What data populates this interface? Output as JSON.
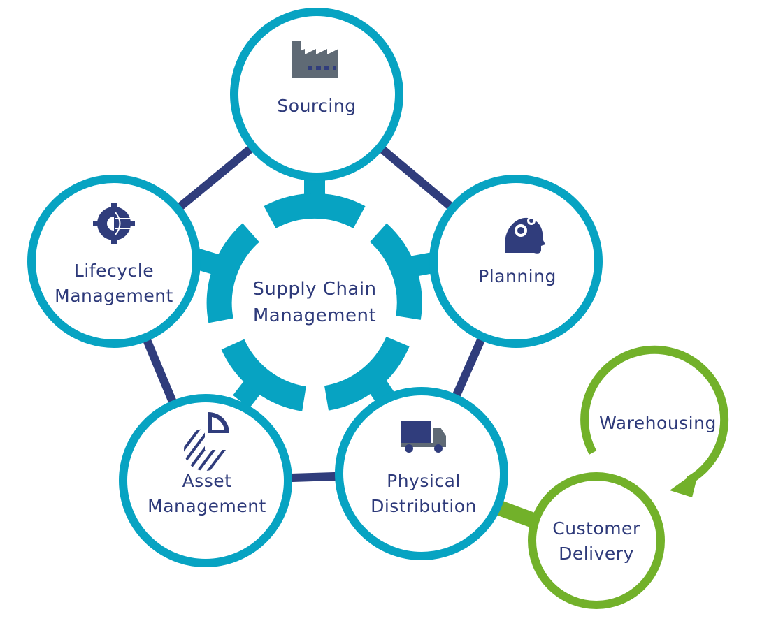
{
  "center": {
    "line1": "Supply Chain",
    "line2": "Management"
  },
  "nodes": {
    "sourcing": {
      "line1": "Sourcing",
      "icon": "factory-icon"
    },
    "planning": {
      "line1": "Planning",
      "icon": "head-gears-icon"
    },
    "lifecycle": {
      "line1": "Lifecycle",
      "line2": "Management",
      "icon": "gear-globe-icon"
    },
    "asset": {
      "line1": "Asset",
      "line2": "Management",
      "icon": "pie-chart-icon"
    },
    "distribution": {
      "line1": "Physical",
      "line2": "Distribution",
      "icon": "truck-icon"
    }
  },
  "extension": {
    "warehousing": "Warehousing",
    "delivery": {
      "line1": "Customer",
      "line2": "Delivery"
    }
  },
  "colors": {
    "teal": "#07a3c2",
    "navy": "#303d7c",
    "green": "#72b12a",
    "icon": "#5f6a75"
  }
}
